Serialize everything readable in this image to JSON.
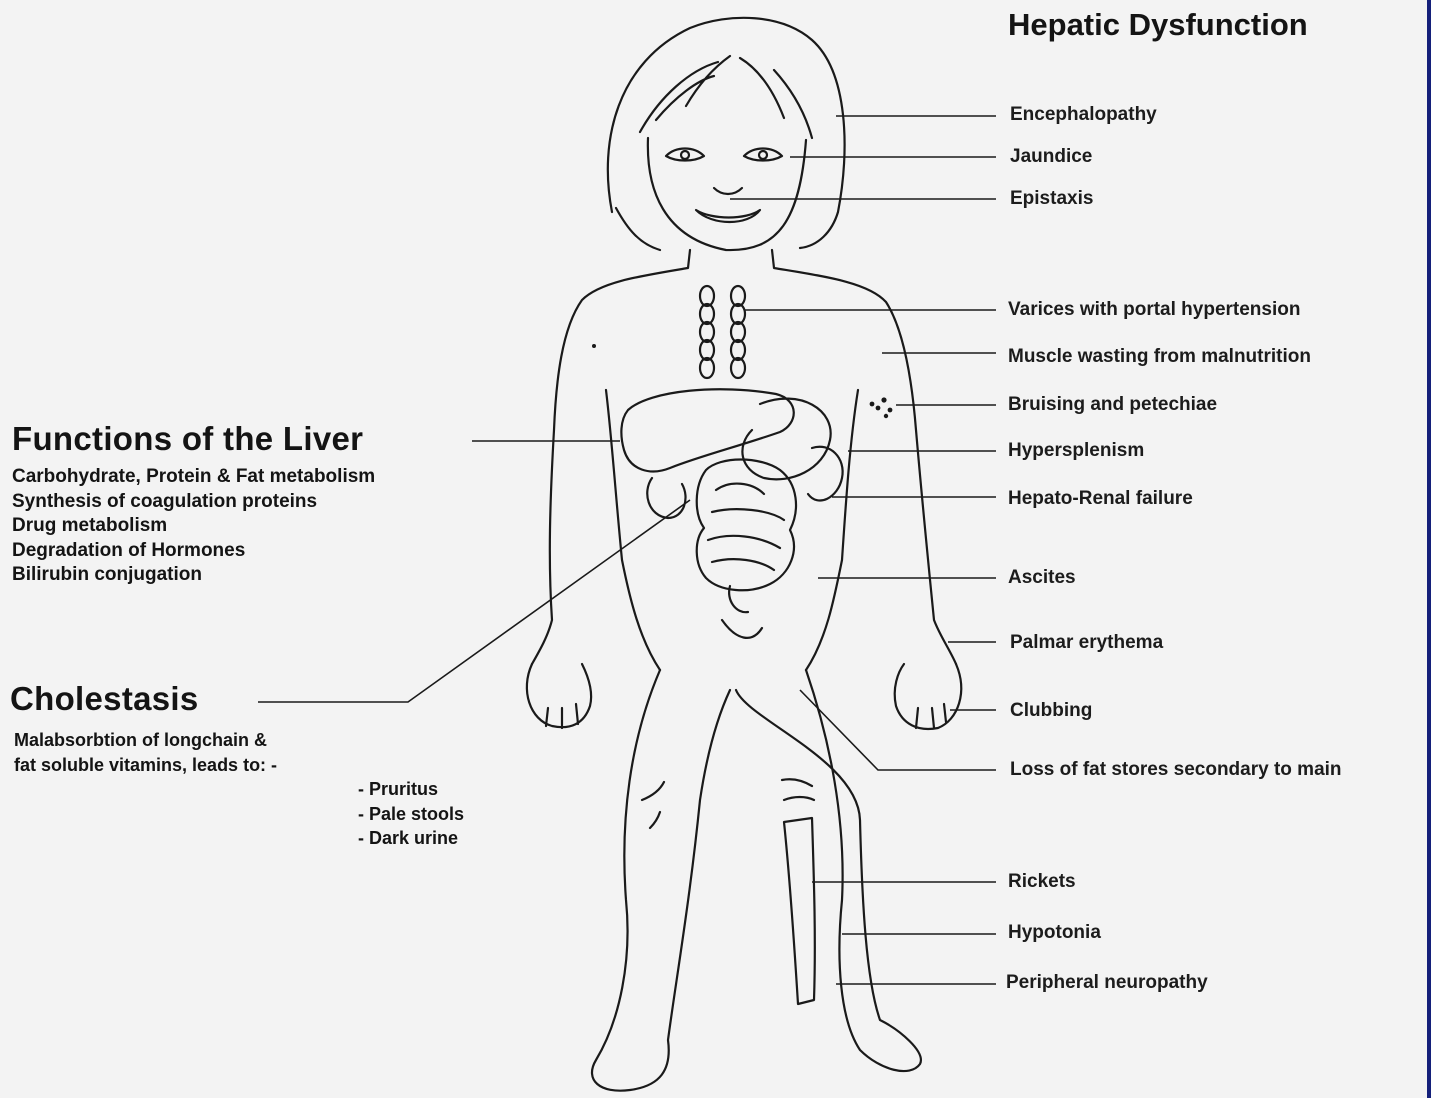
{
  "hepatic": {
    "title": "Hepatic Dysfunction",
    "labels": [
      "Encephalopathy",
      "Jaundice",
      "Epistaxis",
      "Varices with portal hypertension",
      "Muscle wasting from malnutrition",
      "Bruising and petechiae",
      "Hypersplenism",
      "Hepato-Renal failure",
      "Ascites",
      "Palmar erythema",
      "Clubbing",
      "Loss of fat stores secondary to main",
      "Rickets",
      "Hypotonia",
      "Peripheral neuropathy"
    ]
  },
  "functions": {
    "title": "Functions of the Liver",
    "items": [
      "Carbohydrate, Protein & Fat metabolism",
      "Synthesis of coagulation proteins",
      "Drug metabolism",
      "Degradation of Hormones",
      "Bilirubin conjugation"
    ]
  },
  "cholestasis": {
    "title": "Cholestasis",
    "description": [
      "Malabsorbtion of longchain &",
      "fat soluble vitamins, leads to: -"
    ],
    "effects": [
      "- Pruritus",
      "- Pale stools",
      "- Dark urine"
    ]
  },
  "colors": {
    "background": "#f3f3f3",
    "ink": "#141414",
    "frame_edge": "#14207a"
  }
}
